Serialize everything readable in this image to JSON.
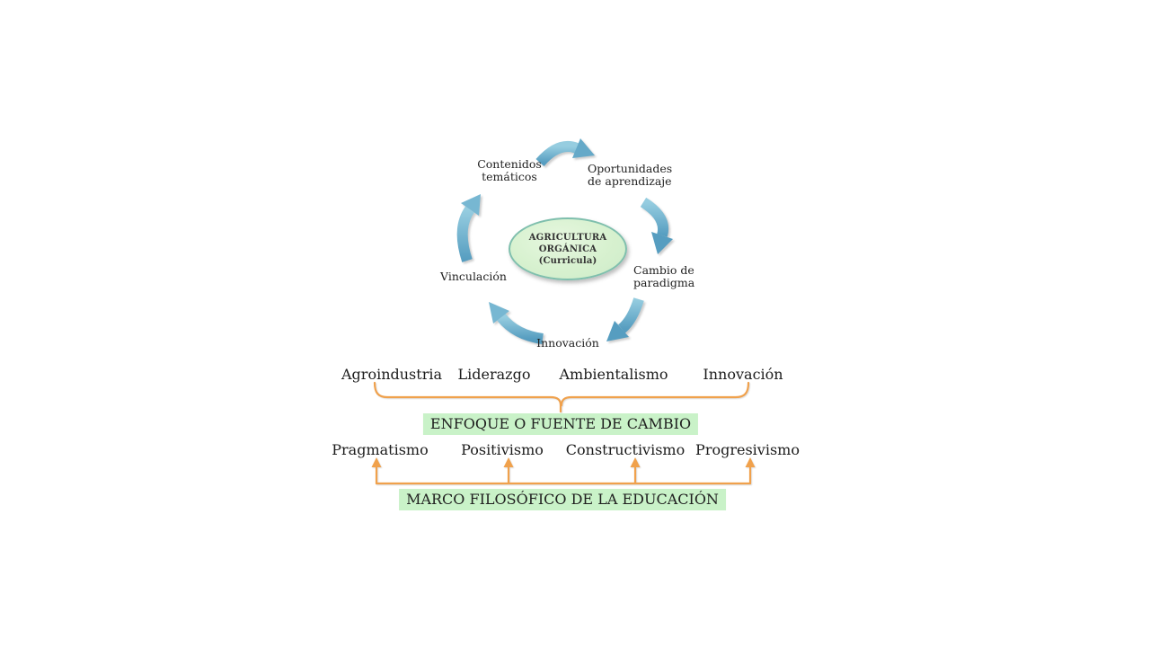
{
  "cycle": {
    "center": {
      "title": "AGRICULTURA\nORGÁNICA\n(Curricula)"
    },
    "steps": [
      {
        "id": "contenidos-tematicos",
        "label": "Contenidos\ntemáticos"
      },
      {
        "id": "oportunidades-aprendizaje",
        "label": "Oportunidades\nde aprendizaje"
      },
      {
        "id": "cambio-paradigma",
        "label": "Cambio de\nparadigma"
      },
      {
        "id": "innovacion",
        "label": "Innovación"
      },
      {
        "id": "vinculacion",
        "label": "Vinculación"
      }
    ]
  },
  "enfoque_group": {
    "items": [
      "Agroindustria",
      "Liderazgo",
      "Ambientalismo",
      "Innovación"
    ],
    "label": "ENFOQUE O FUENTE DE CAMBIO"
  },
  "marco_group": {
    "items": [
      "Pragmatismo",
      "Positivismo",
      "Constructivismo",
      "Progresivismo"
    ],
    "label": "MARCO FILOSÓFICO DE LA EDUCACIÓN"
  },
  "colors": {
    "arrow_blue": "#6cb2ce",
    "arrow_blue_light": "#96cde0",
    "arrow_blue_dark": "#569dc0",
    "ellipse_fill": "#d7f1cf",
    "ellipse_border": "#7fbfad",
    "highlight_green": "#c9f2c8",
    "connector_orange": "#f0a14c"
  }
}
